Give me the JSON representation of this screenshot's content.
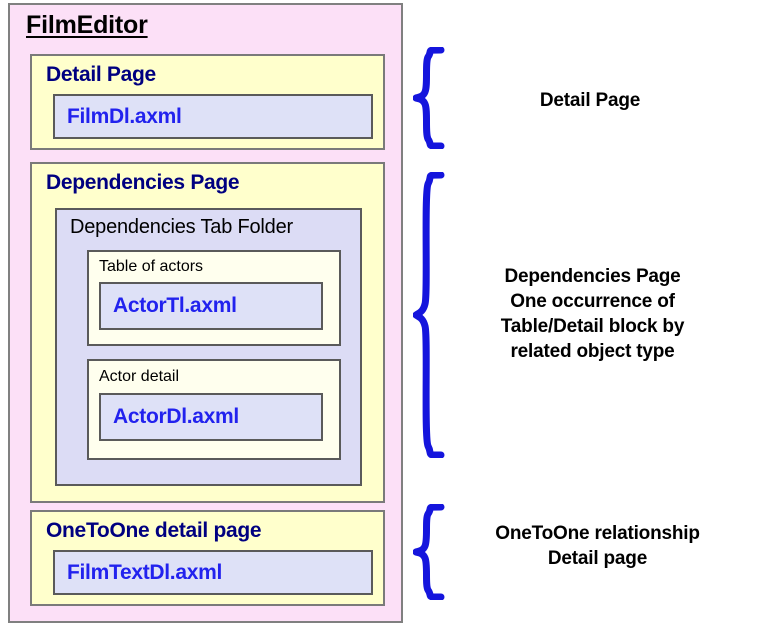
{
  "diagram": {
    "title": "FilmEditor",
    "container_color": "#fce0f7",
    "page_color": "#ffffcc",
    "file_color": "#dee1f7",
    "tabfolder_color": "#dcdcf5",
    "title_text_color": "#000080",
    "file_text_color": "#2222ee",
    "brace_color": "#1515dd",
    "pages": [
      {
        "id": "detail-page",
        "title": "Detail Page",
        "file": "FilmDl.axml"
      },
      {
        "id": "dependencies-page",
        "title": "Dependencies Page",
        "tab_folder": {
          "title": "Dependencies Tab Folder",
          "blocks": [
            {
              "id": "table-of-actors",
              "title": "Table of actors",
              "file": "ActorTl.axml"
            },
            {
              "id": "actor-detail",
              "title": "Actor detail",
              "file": "ActorDl.axml"
            }
          ]
        }
      },
      {
        "id": "onetoone-detail-page",
        "title": "OneToOne detail page",
        "file": "FilmTextDl.axml"
      }
    ],
    "annotations": [
      {
        "id": "annotation-detail-page",
        "lines": [
          "Detail Page"
        ]
      },
      {
        "id": "annotation-dependencies-page",
        "lines": [
          "Dependencies Page",
          "One occurrence of",
          "Table/Detail block by",
          "related object type"
        ]
      },
      {
        "id": "annotation-onetoone",
        "lines": [
          "OneToOne relationship",
          "Detail page"
        ]
      }
    ]
  }
}
